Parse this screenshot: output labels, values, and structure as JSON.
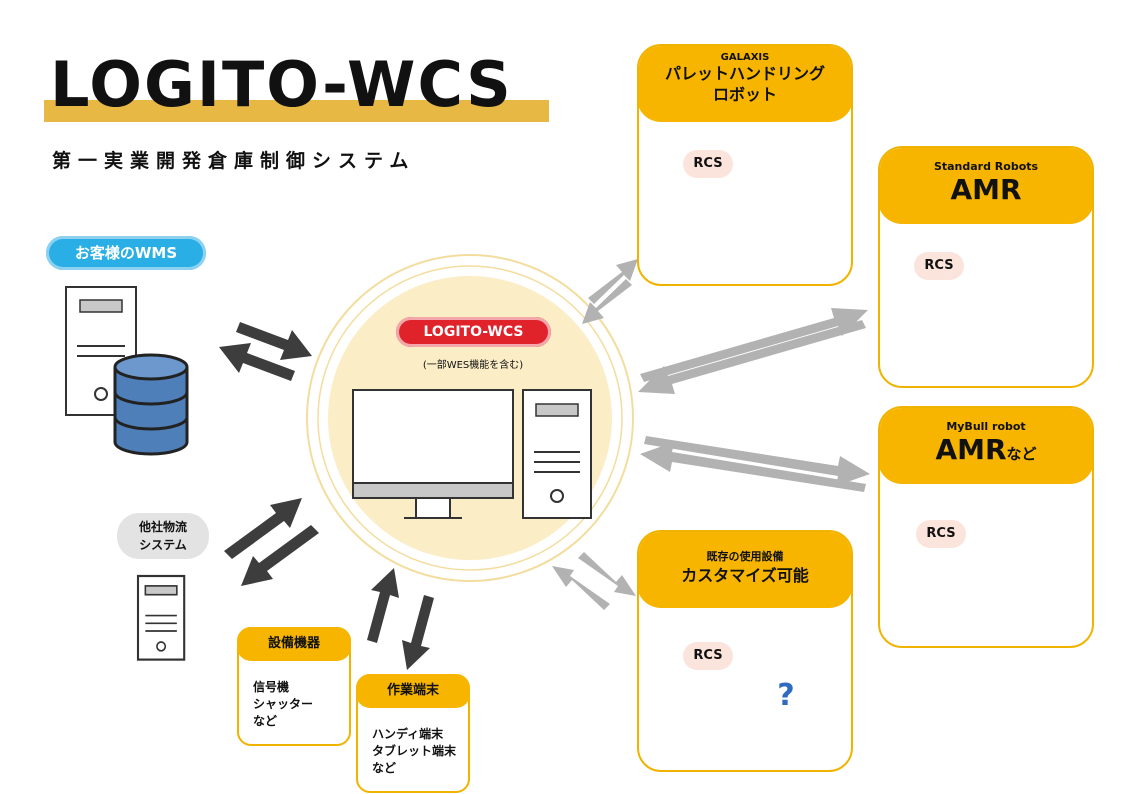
{
  "title": "LOGITO-WCS",
  "subtitle": "第一実業開発倉庫制御システム",
  "customer_wms_label": "お客様のWMS",
  "other_logistics_label": [
    "他社物流",
    "システム"
  ],
  "center": {
    "label": "LOGITO-WCS",
    "sub": "(一部WES機能を含む)"
  },
  "devices": {
    "equipment": {
      "title": "設備機器",
      "items": [
        "信号機",
        "シャッター",
        "など"
      ]
    },
    "terminals": {
      "title": "作業端末",
      "items": [
        "ハンディ端末",
        "タブレット端末",
        "など"
      ]
    }
  },
  "partners": {
    "galaxis": {
      "vendor": "GALAXIS",
      "name_line1": "パレットハンドリング",
      "name_line2": "ロボット",
      "rcs": "RCS"
    },
    "standard": {
      "vendor": "Standard Robots",
      "name": "AMR",
      "rcs": "RCS"
    },
    "mybull": {
      "vendor": "MyBull robot",
      "name": "AMR",
      "suffix": "など",
      "rcs": "RCS"
    },
    "custom": {
      "vendor": "既存の使用設備",
      "name": "カスタマイズ可能",
      "rcs": "RCS",
      "mark": "?"
    }
  },
  "colors": {
    "accent_yellow": "#f7b500",
    "title_bar": "#e8b845",
    "wms_blue": "#29aee6",
    "center_red": "#e0222b",
    "db_blue": "#4f7fb8",
    "arrow_dark": "#3d3d3d",
    "arrow_gray": "#b2b2b2",
    "robot_orange": "#e8641c"
  }
}
